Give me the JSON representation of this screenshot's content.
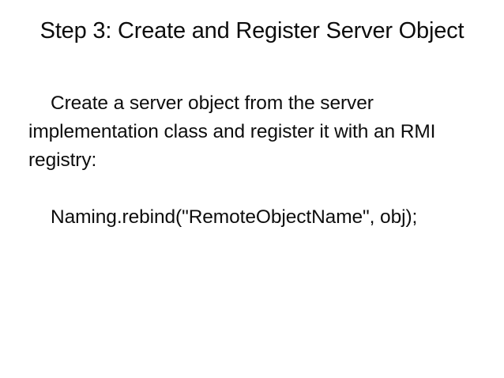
{
  "slide": {
    "background_color": "#ffffff",
    "text_color": "#0d0d0d",
    "title": "Step 3: Create and Register Server Object",
    "body_paragraph": "Create a server object from the server implementation class and register it with an RMI registry:",
    "code_line": "Naming.rebind(\"RemoteObjectName\", obj);"
  }
}
